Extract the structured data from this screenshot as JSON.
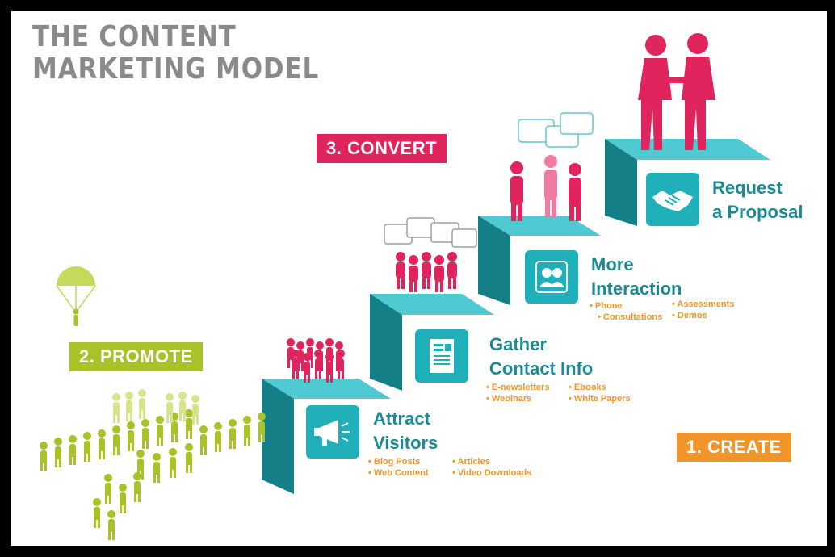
{
  "title": {
    "line1": "THE CONTENT",
    "line2": "MARKETING MODEL"
  },
  "badges": {
    "convert": "3. CONVERT",
    "promote": "2. PROMOTE",
    "create": "1. CREATE"
  },
  "steps": [
    {
      "title1": "Attract",
      "title2": "Visitors",
      "col1": [
        "Blog Posts",
        "Web Content"
      ],
      "col2": [
        "Articles",
        "Video Downloads"
      ],
      "icon": "megaphone-icon"
    },
    {
      "title1": "Gather",
      "title2": "Contact Info",
      "col1": [
        "E-newsletters",
        "Webinars"
      ],
      "col2": [
        "Ebooks",
        "White Papers"
      ],
      "icon": "document-icon"
    },
    {
      "title1": "More",
      "title2": "Interaction",
      "col1": [
        "Phone",
        "Consultations"
      ],
      "col2": [
        "Assessments",
        "Demos"
      ],
      "icon": "people-icon"
    },
    {
      "title1": "Request",
      "title2": "a Proposal",
      "icon": "handshake-icon"
    }
  ],
  "colors": {
    "teal": "#1fb0ba",
    "teal_dark": "#157f87",
    "pink": "#e0245e",
    "green": "#a8c227",
    "orange": "#f0952b",
    "gray": "#8a8a8a"
  }
}
